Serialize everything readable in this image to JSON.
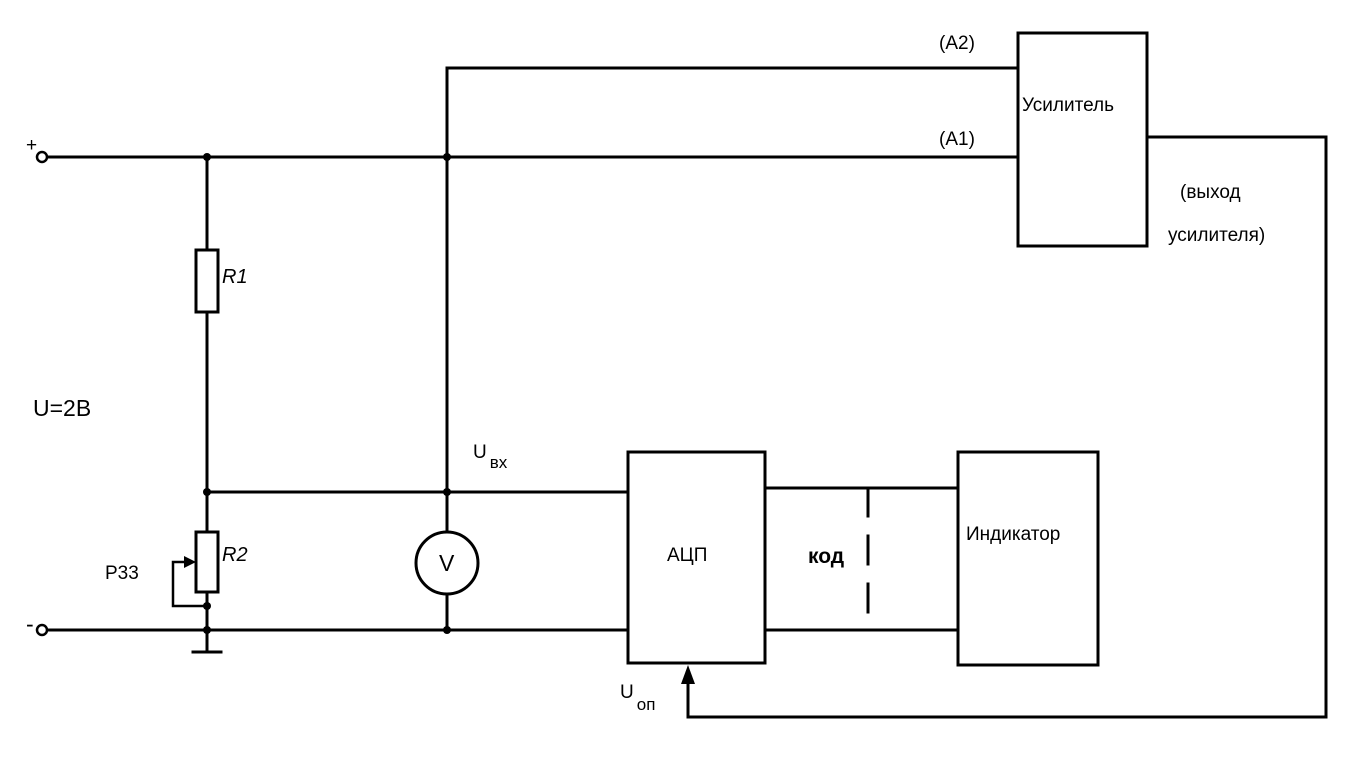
{
  "labels": {
    "plus": "+",
    "minus": "-",
    "voltage": "U=2В",
    "r1": "R1",
    "r2": "R2",
    "p33": "Р33",
    "voltmeter": "V",
    "u_in_main": "U",
    "u_in_sub": "вх",
    "adc": "АЦП",
    "code": "код",
    "indicator": "Индикатор",
    "amplifier": "Усилитель",
    "a1": "(А1)",
    "a2": "(А2)",
    "amp_out_line1": "(выход",
    "amp_out_line2": "усилителя)",
    "u_ref_main": "U",
    "u_ref_sub": "оп"
  }
}
